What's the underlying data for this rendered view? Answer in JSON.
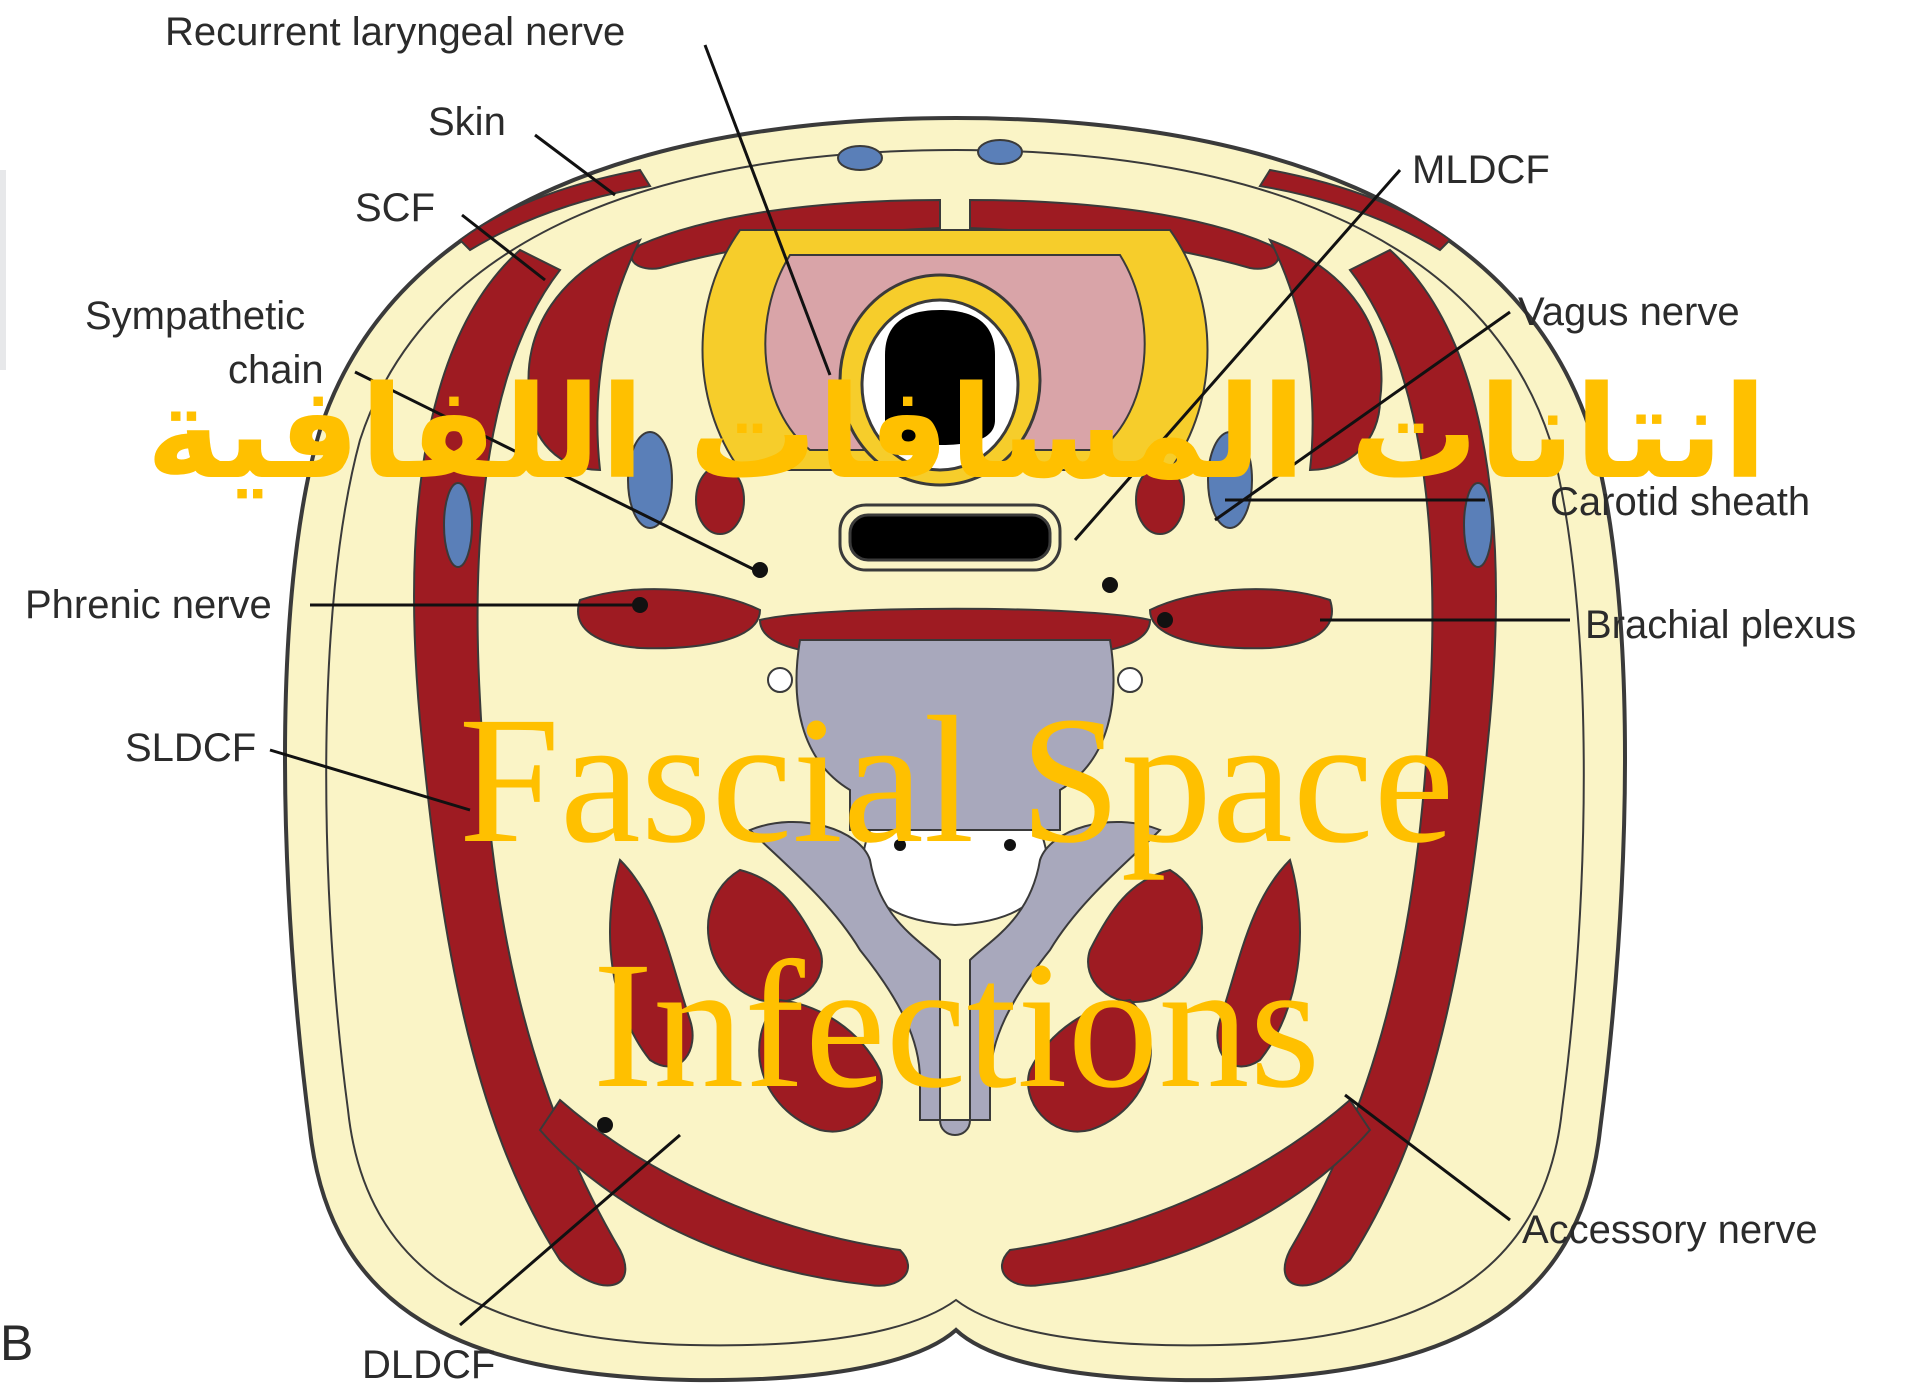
{
  "title": {
    "arabic": "انتانات المسافات اللفافية",
    "english_line1": "Fascial Space",
    "english_line2": "Infections"
  },
  "labels": {
    "recurrent_laryngeal_nerve": "Recurrent laryngeal nerve",
    "skin": "Skin",
    "scf": "SCF",
    "sympathetic": "Sympathetic",
    "chain": "chain",
    "mldcf": "MLDCF",
    "vagus_nerve": "Vagus nerve",
    "carotid_sheath": "Carotid sheath",
    "phrenic_nerve": "Phrenic nerve",
    "brachial_plexus": "Brachial plexus",
    "sldcf": "SLDCF",
    "accessory_nerve": "Accessory nerve",
    "dldcf": "DLDCF"
  },
  "figure_letter": "B",
  "colors": {
    "title": "#ffc000",
    "muscle": "#9e1b22",
    "skin": "#faf4c6",
    "fascia": "#f6cd2b",
    "thyroid": "#d9a4a8",
    "vein": "#5a7fb8",
    "bone": "#a8a8bc"
  }
}
